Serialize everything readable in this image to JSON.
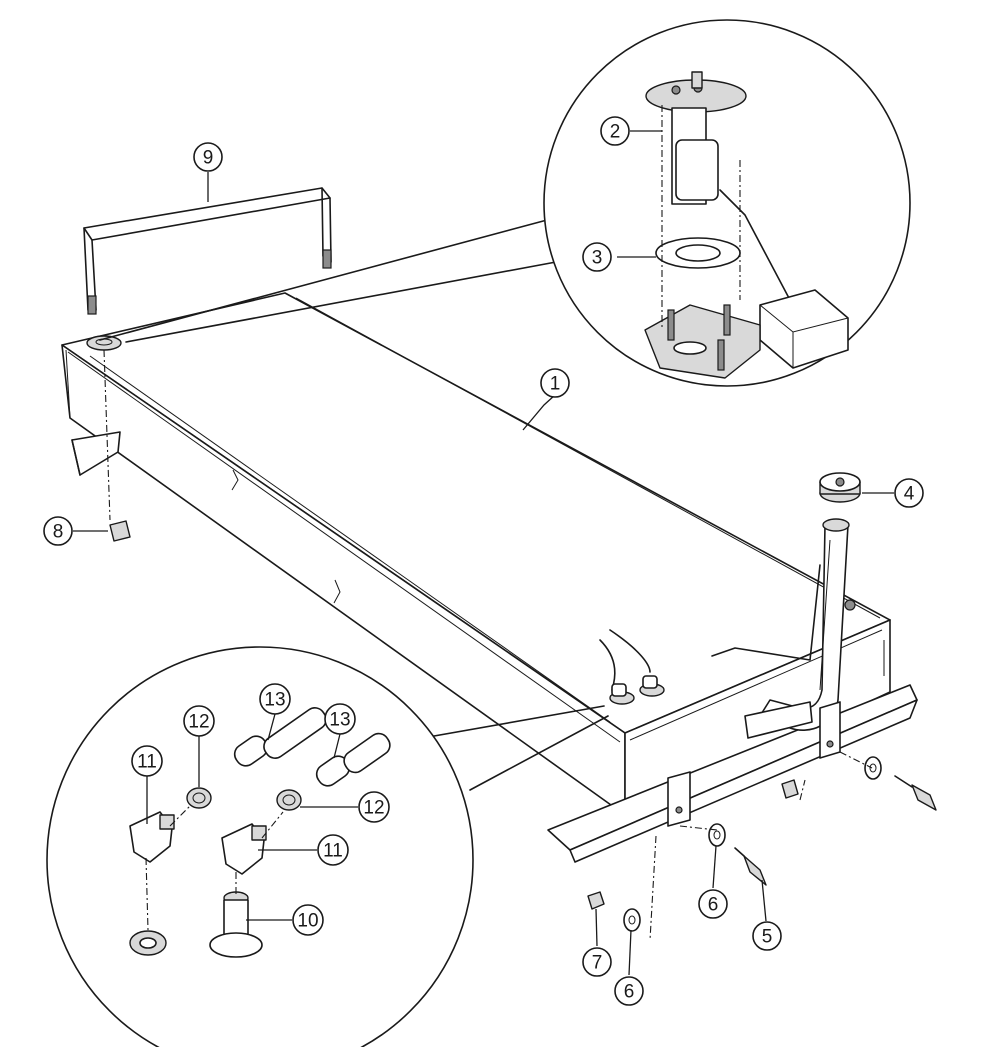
{
  "callouts": [
    {
      "id": "c1",
      "label": "1"
    },
    {
      "id": "c2",
      "label": "2"
    },
    {
      "id": "c3",
      "label": "3"
    },
    {
      "id": "c4",
      "label": "4"
    },
    {
      "id": "c5",
      "label": "5"
    },
    {
      "id": "c6a",
      "label": "6"
    },
    {
      "id": "c6b",
      "label": "6"
    },
    {
      "id": "c7",
      "label": "7"
    },
    {
      "id": "c8",
      "label": "8"
    },
    {
      "id": "c9",
      "label": "9"
    },
    {
      "id": "c10",
      "label": "10"
    },
    {
      "id": "c11a",
      "label": "11"
    },
    {
      "id": "c11b",
      "label": "11"
    },
    {
      "id": "c12a",
      "label": "12"
    },
    {
      "id": "c12b",
      "label": "12"
    },
    {
      "id": "c13a",
      "label": "13"
    },
    {
      "id": "c13b",
      "label": "13"
    }
  ]
}
